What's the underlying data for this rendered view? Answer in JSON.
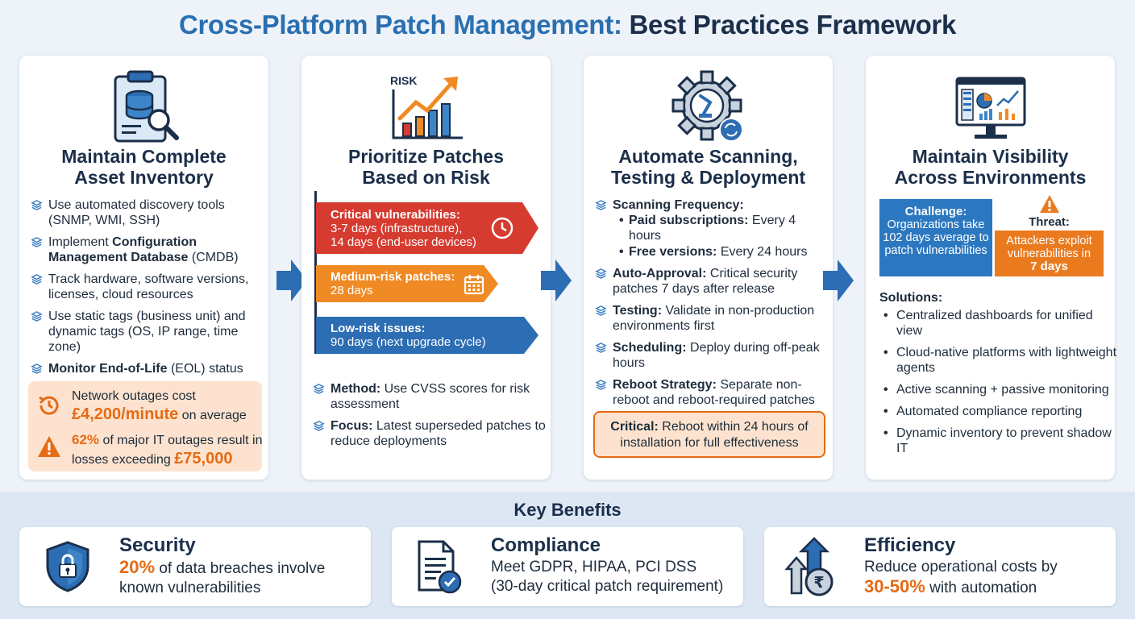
{
  "title": {
    "part1": "Cross-Platform Patch Management:",
    "part2": "Best Practices Framework"
  },
  "card1": {
    "title_line1": "Maintain Complete",
    "title_line2": "Asset Inventory",
    "items": [
      {
        "text": "Use automated discovery tools (SNMP, WMI, SSH)"
      },
      {
        "pre": "Implement ",
        "bold": "Configuration Management Database",
        "post": " (CMDB)"
      },
      {
        "text": "Track hardware, software versions, licenses, cloud resources"
      },
      {
        "text": "Use static tags (business unit) and dynamic tags (OS, IP range, time zone)"
      },
      {
        "bold": "Monitor End-of-Life",
        "post": " (EOL) status"
      }
    ],
    "stat1": {
      "line1": "Network outages cost",
      "value": "£4,200/minute",
      "suffix": " on average"
    },
    "stat2": {
      "value": "62%",
      "text": " of major IT outages result in losses exceeding ",
      "value2": "£75,000"
    }
  },
  "card2": {
    "title_line1": "Prioritize Patches",
    "title_line2": "Based on Risk",
    "icon_text": "RISK",
    "bands": [
      {
        "label": "Critical vulnerabilities:",
        "line2": "3-7 days (infrastructure),",
        "line3": "14 days (end-user devices)",
        "color": "#d63b30"
      },
      {
        "label": "Medium-risk patches:",
        "line2": "28 days",
        "color": "#f08a24"
      },
      {
        "label": "Low-risk issues:",
        "line2": "90 days (next upgrade cycle)",
        "color": "#2c6db3"
      }
    ],
    "items": [
      {
        "bold": "Method:",
        "post": " Use CVSS scores for risk assessment"
      },
      {
        "bold": "Focus:",
        "post": " Latest superseded patches to reduce deployments"
      }
    ]
  },
  "card3": {
    "title_line1": "Automate Scanning,",
    "title_line2": "Testing & Deployment",
    "scan": {
      "label": "Scanning Frequency:",
      "sub": [
        {
          "bold": "Paid subscriptions:",
          "post": " Every 4 hours"
        },
        {
          "bold": "Free versions:",
          "post": " Every 24 hours"
        }
      ]
    },
    "items": [
      {
        "bold": "Auto-Approval:",
        "post": " Critical security patches 7 days after release"
      },
      {
        "bold": "Testing:",
        "post": " Validate in non-production environments first"
      },
      {
        "bold": "Scheduling:",
        "post": " Deploy during off-peak hours"
      },
      {
        "bold": "Reboot Strategy:",
        "post": " Separate non-reboot and reboot-required patches"
      }
    ],
    "critical": {
      "bold": "Critical:",
      "post": " Reboot within 24 hours of installation for full effectiveness"
    }
  },
  "card4": {
    "title_line1": "Maintain Visibility",
    "title_line2": "Across Environments",
    "challenge": {
      "label": "Challenge:",
      "text": "Organizations take 102 days average to patch vulnerabilities"
    },
    "threat": {
      "label": "Threat:",
      "text": "Attackers exploit vulnerabilities in",
      "value": "7 days"
    },
    "solutions_label": "Solutions:",
    "solutions": [
      "Centralized dashboards for unified view",
      "Cloud-native platforms with lightweight agents",
      "Active scanning + passive monitoring",
      "Automated compliance reporting",
      "Dynamic inventory to prevent shadow IT"
    ]
  },
  "benefits": {
    "title": "Key Benefits",
    "security": {
      "title": "Security",
      "value": "20%",
      "text1": " of data breaches involve",
      "text2": "known vulnerabilities"
    },
    "compliance": {
      "title": "Compliance",
      "text1": "Meet GDPR, HIPAA, PCI DSS",
      "text2": "(30-day critical patch requirement)"
    },
    "efficiency": {
      "title": "Efficiency",
      "text1": "Reduce operational costs by",
      "value": "30-50%",
      "text2": " with automation"
    }
  },
  "colors": {
    "blue": "#2a6fb0",
    "navy": "#1b2f4a",
    "orange": "#e56b16",
    "red": "#d63b30"
  }
}
